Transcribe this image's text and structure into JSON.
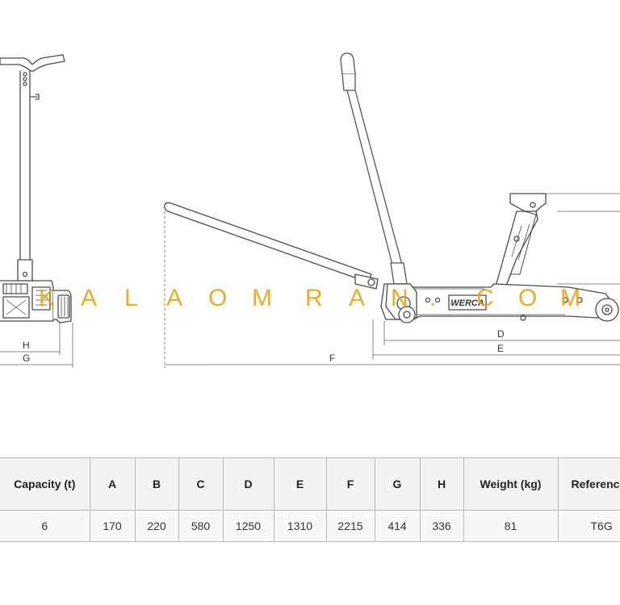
{
  "watermark": {
    "text": "KALAOMRAN.COM",
    "letters": [
      "K",
      "A",
      "L",
      "A",
      "O",
      "M",
      "R",
      "A",
      "N",
      ".",
      "C",
      "O",
      "M"
    ],
    "color": "#e8a317"
  },
  "drawing": {
    "brand_plate": "WERCA",
    "dimension_labels": {
      "H": "H",
      "G": "G",
      "D": "D",
      "E": "E",
      "F": "F"
    }
  },
  "spec_table": {
    "headers": [
      "Capacity (t)",
      "A",
      "B",
      "C",
      "D",
      "E",
      "F",
      "G",
      "H",
      "Weight (kg)",
      "Reference"
    ],
    "row": [
      "6",
      "170",
      "220",
      "580",
      "1250",
      "1310",
      "2215",
      "414",
      "336",
      "81",
      "T6G"
    ]
  }
}
